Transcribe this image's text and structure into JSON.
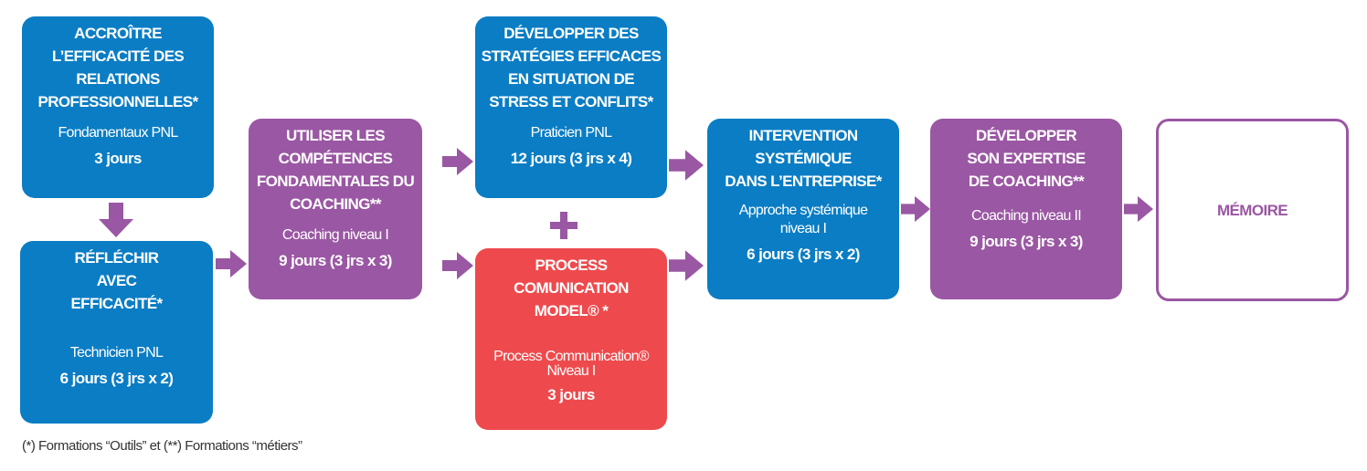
{
  "colors": {
    "blue": "#0a7dc4",
    "purple": "#9a57a3",
    "red": "#ee4a4d"
  },
  "boxes": [
    {
      "title": "ACCROÎTRE\nL’EFFICACITÉ DES\nRELATIONS\nPROFESSIONNELLES*",
      "subtitle": "Fondamentaux PNL",
      "duration": "3 jours"
    },
    {
      "title": "RÉFLÉCHIR\nAVEC\nEFFICACITÉ*",
      "subtitle": "Technicien PNL",
      "duration": "6 jours (3 jrs x 2)"
    },
    {
      "title": "UTILISER LES\nCOMPÉTENCES\nFONDAMENTALES DU\nCOACHING**",
      "subtitle": "Coaching niveau I",
      "duration": "9 jours (3 jrs x 3)"
    },
    {
      "title": "DÉVELOPPER DES\nSTRATÉGIES EFFICACES\nEN SITUATION DE\nSTRESS ET CONFLITS*",
      "subtitle": "Praticien PNL",
      "duration": "12 jours (3 jrs x 4)"
    },
    {
      "title": "PROCESS\nCOMUNICATION\nMODEL® *",
      "subtitle": "Process Communication®\nNiveau I",
      "duration": "3 jours"
    },
    {
      "title": "INTERVENTION\nSYSTÉMIQUE\nDANS L’ENTREPRISE*",
      "subtitle": "Approche systémique\nniveau I",
      "duration": "6 jours (3 jrs x 2)"
    },
    {
      "title": "DÉVELOPPER\nSON EXPERTISE\nDE COACHING**",
      "subtitle": "Coaching niveau II",
      "duration": "9 jours (3 jrs x 3)"
    },
    {
      "title": "MÉMOIRE"
    }
  ],
  "footnote": "(*) Formations “Outils” et (**) Formations “métiers”"
}
